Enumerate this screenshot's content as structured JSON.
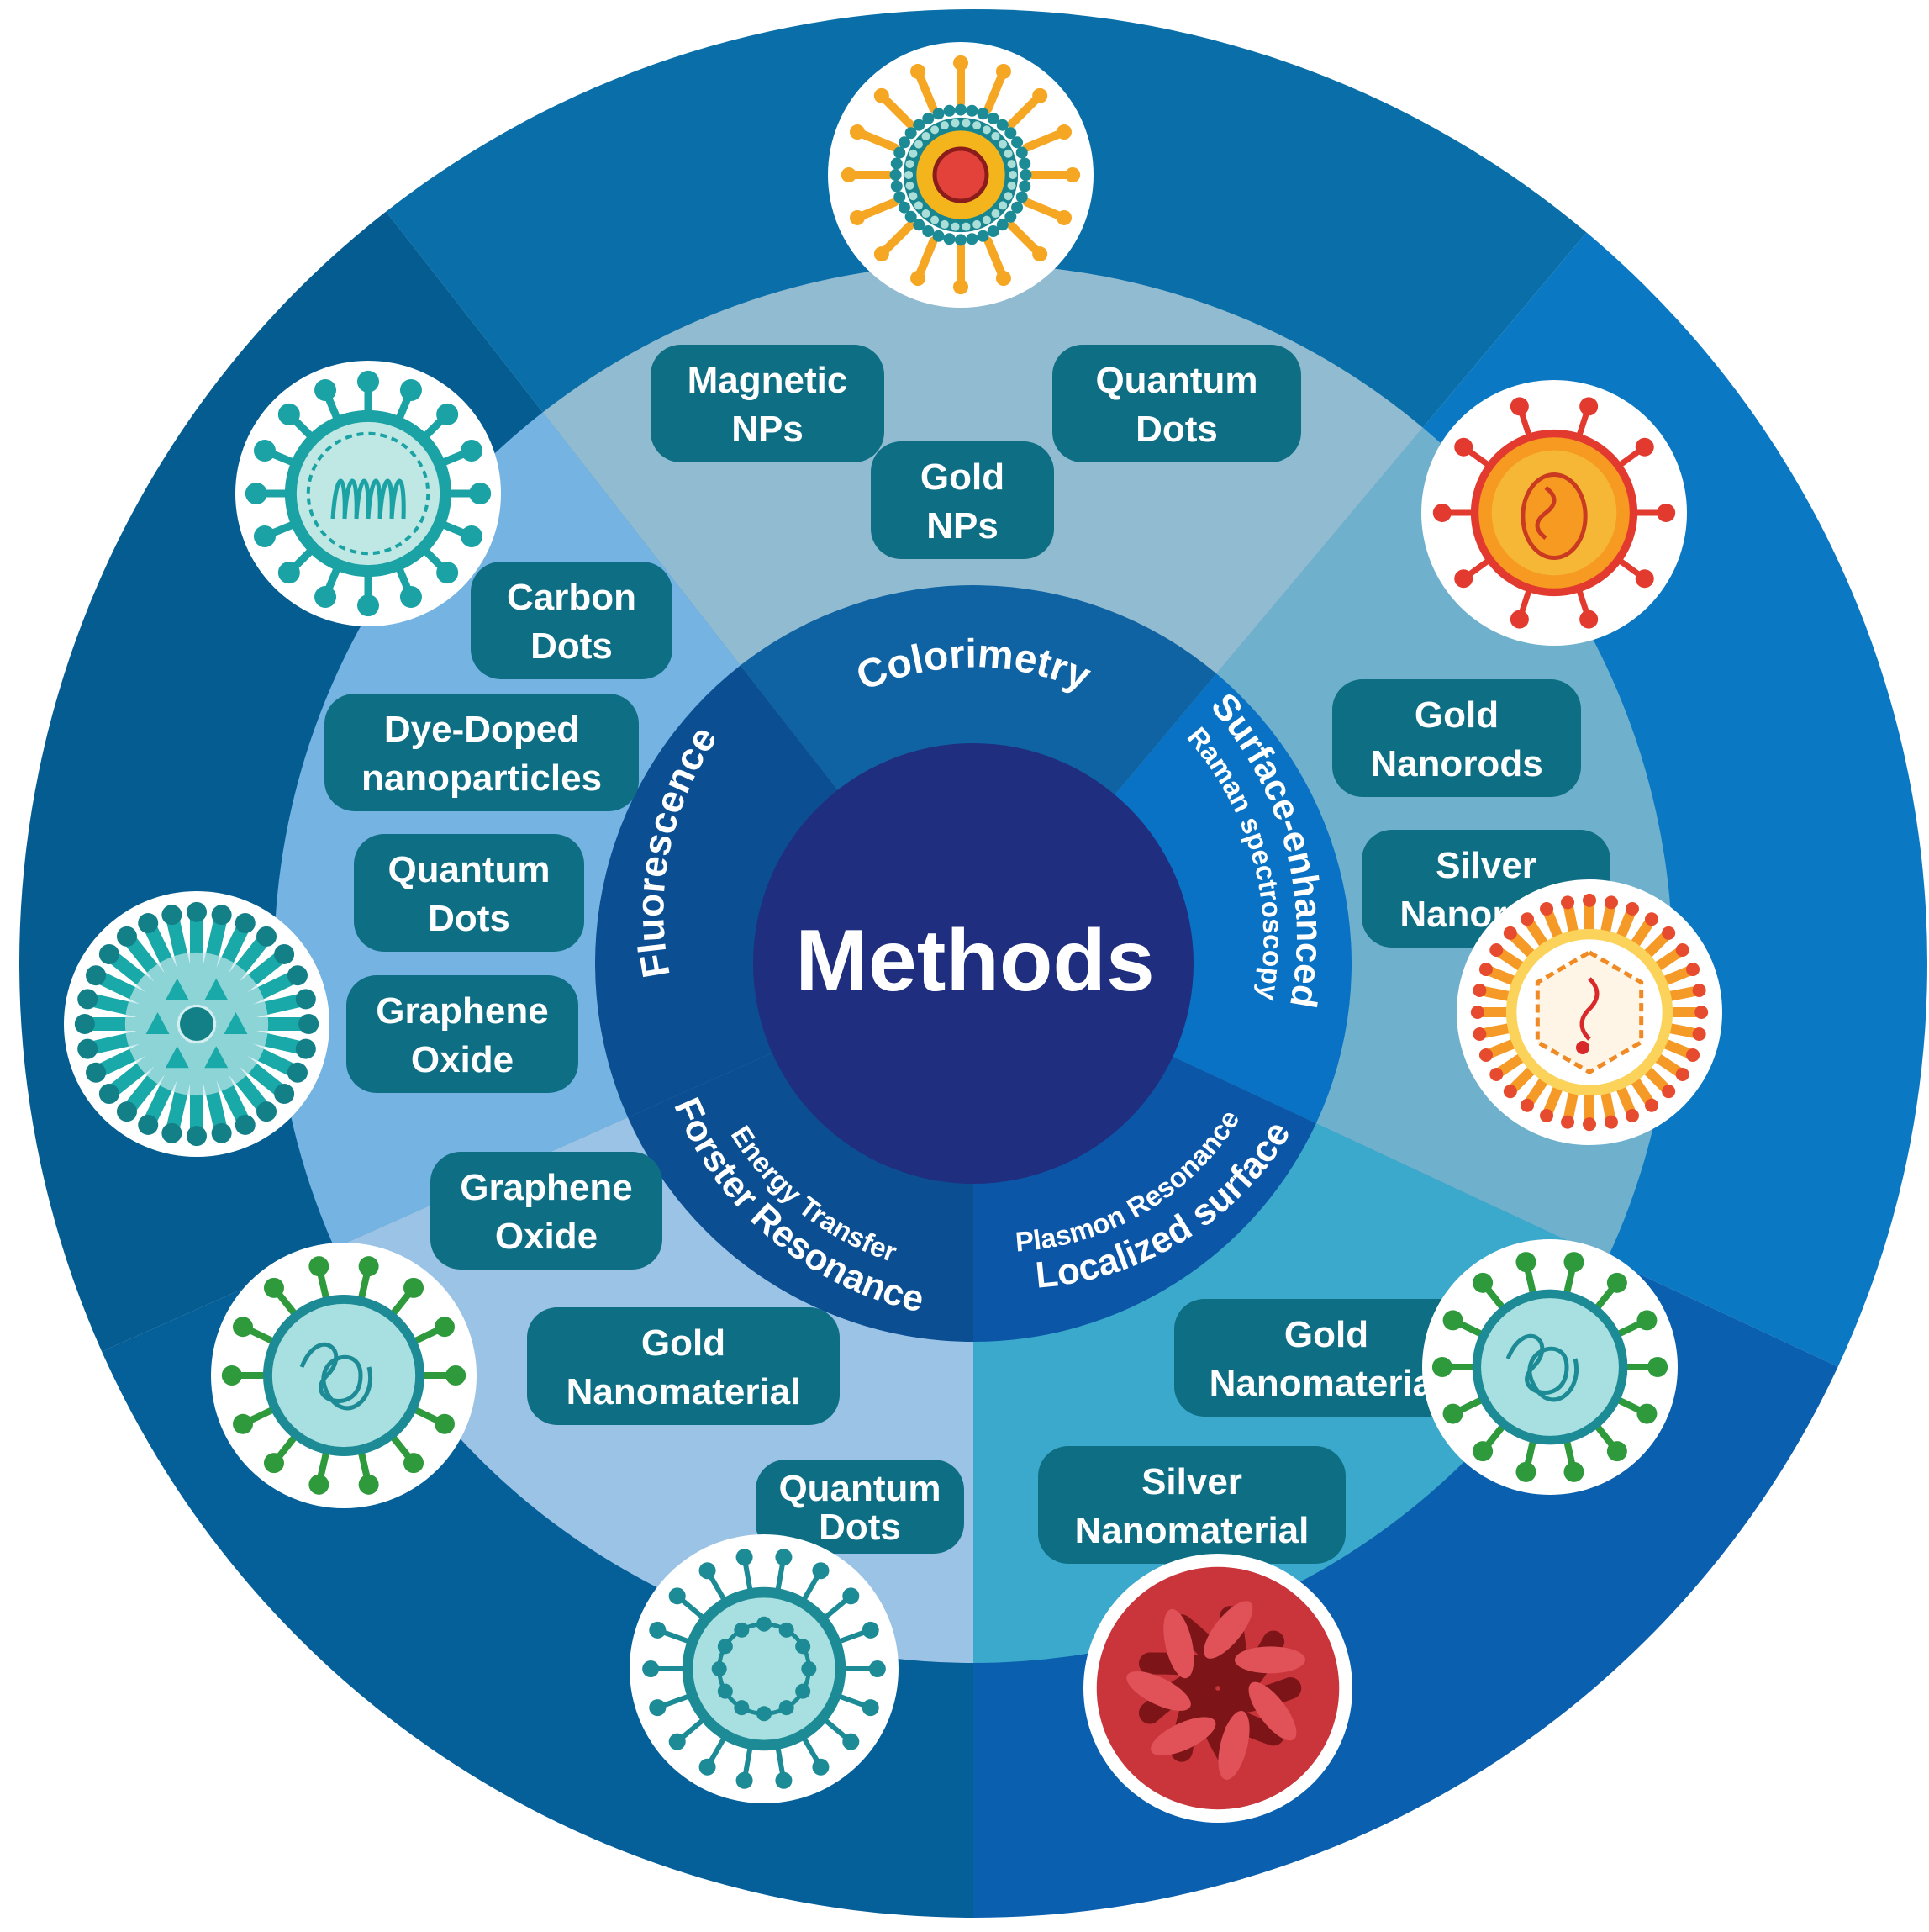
{
  "diagram": {
    "center": {
      "title": "Methods"
    },
    "methods": [
      {
        "id": "colorimetry",
        "title": "Colorimetry",
        "subtitle": ""
      },
      {
        "id": "sers",
        "title": "Surface-enhanced",
        "subtitle": "Raman spectroscopy"
      },
      {
        "id": "lspr",
        "title": "Localized surface",
        "subtitle": "Plasmon Resonance"
      },
      {
        "id": "fret",
        "title": "Forster Resonance",
        "subtitle": "Energy Transfer"
      },
      {
        "id": "fluorescence",
        "title": "Fluorescence",
        "subtitle": ""
      }
    ],
    "nanomaterials": {
      "colorimetry": [
        [
          "Magnetic",
          "NPs"
        ],
        [
          "Gold",
          "NPs"
        ],
        [
          "Quantum",
          "Dots"
        ]
      ],
      "sers": [
        [
          "Gold",
          "Nanorods"
        ],
        [
          "Silver",
          "Nanorods"
        ]
      ],
      "lspr": [
        [
          "Gold",
          "Nanomaterial"
        ],
        [
          "Silver",
          "Nanomaterial"
        ]
      ],
      "fret": [
        [
          "Graphene",
          "Oxide"
        ],
        [
          "Gold",
          "Nanomaterial"
        ],
        [
          "Quantum",
          "Dots"
        ]
      ],
      "fluorescence": [
        [
          "Carbon",
          "Dots"
        ],
        [
          "Dye-Doped",
          "nanoparticles"
        ],
        [
          "Quantum",
          "Dots"
        ],
        [
          "Graphene",
          "Oxide"
        ]
      ]
    },
    "pathogens": [
      "liposome-virus-icon",
      "orange-virus-icon",
      "hexagonal-virus-icon",
      "green-spike-virus-icon",
      "red-bacteria-icon",
      "teal-ring-virus-icon",
      "green-spike-virus-icon",
      "teal-spiky-virus-icon",
      "coiled-virus-icon"
    ],
    "colors": {
      "center": "#1f2e7e",
      "outer_ring": [
        "#0a6fa8",
        "#0a78c3",
        "#0a5fae",
        "#05609a",
        "#055c91"
      ],
      "middle_ring": [
        "#91bbd0",
        "#6fb0cd",
        "#3aa9cb",
        "#9ac3e6",
        "#74b3e2"
      ],
      "inner_ring": [
        "#0f63a3",
        "#0a72c4",
        "#0c56a8",
        "#0b4f92",
        "#0b4f92"
      ],
      "pill": "#0d6e84"
    }
  }
}
